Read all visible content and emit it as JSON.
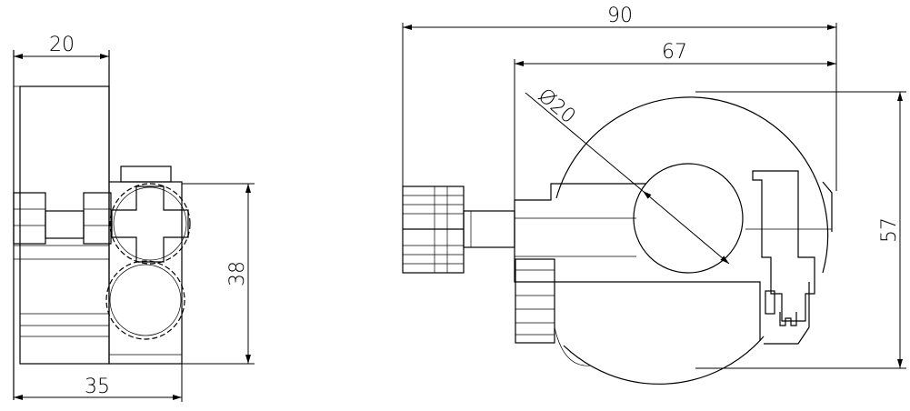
{
  "drawing": {
    "side_view": {
      "dimensions": {
        "top_width": "20",
        "bottom_width": "35",
        "height": "38"
      }
    },
    "front_view": {
      "dimensions": {
        "overall_width": "90",
        "body_width": "67",
        "bore_diameter": "Ø20",
        "height": "57"
      }
    }
  }
}
